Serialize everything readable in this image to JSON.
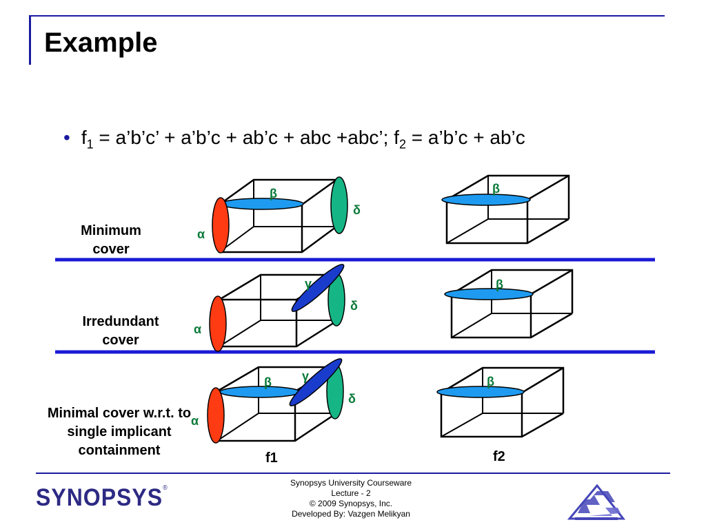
{
  "title": "Example",
  "bullet": {
    "marker": "•",
    "f1_prefix": "f",
    "f1_sub": "1",
    "f1_expr": " = a’b’c’ + a’b’c + ab’c + abc +abc’; f",
    "f2_sub": "2",
    "f2_expr": " = a’b’c + ab’c"
  },
  "rows": [
    {
      "label_lines": [
        "Minimum",
        "cover"
      ]
    },
    {
      "label_lines": [
        "Irredundant",
        "cover"
      ]
    },
    {
      "label_lines": [
        "Minimal cover w.r.t. to",
        "single implicant",
        "containment"
      ]
    }
  ],
  "implicant_labels": {
    "alpha": "α",
    "beta": "β",
    "gamma": "γ",
    "delta": "δ"
  },
  "cube_labels": {
    "f1": "f1",
    "f2": "f2"
  },
  "colors": {
    "alpha": "#ff3b14",
    "beta": "#1e9bf0",
    "gamma": "#1a3ccc",
    "delta": "#16b585",
    "greek_text": "#0a7a3a",
    "separator": "#1a1ad6",
    "accent": "#1a1aa0"
  },
  "footer": {
    "line1": "Synopsys University Courseware",
    "line2": "Lecture  - 2",
    "line3": "© 2009 Synopsys, Inc.",
    "line4": "Developed By: Vazgen Melikyan"
  },
  "logo": {
    "text": "SYNOPSYS",
    "mark": "®"
  },
  "emblem_icon": "triangle-emblem-icon"
}
